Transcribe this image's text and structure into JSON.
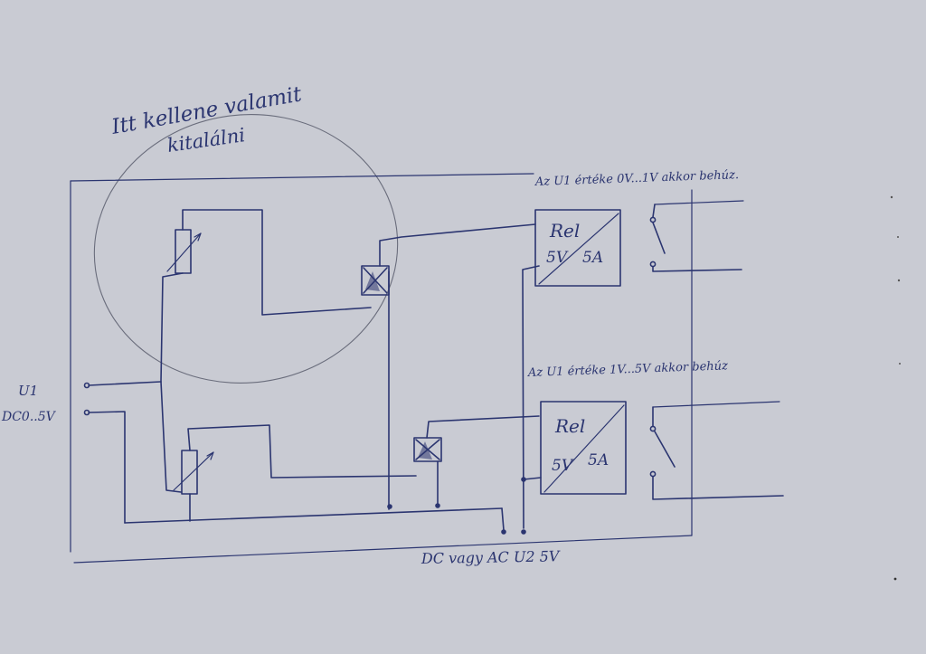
{
  "annotations": {
    "note_line1": "Itt kellene valamit",
    "note_line2": "kitalálni",
    "relay1_condition": "Az U1 értéke 0V...1V akkor behúz.",
    "relay2_condition": "Az U1 értéke 1V...5V akkor behúz"
  },
  "input": {
    "label": "U1",
    "range": "DC0..5V"
  },
  "supply": {
    "label": "DC vagy AC U2 5V"
  },
  "relays": [
    {
      "title": "Rel",
      "voltage": "5V",
      "current": "5A"
    },
    {
      "title": "Rel",
      "voltage": "5V",
      "current": "5A"
    }
  ],
  "colors": {
    "paper": "#c9cbd3",
    "ink": "#2b3570",
    "pencil": "#6a6d7c"
  }
}
